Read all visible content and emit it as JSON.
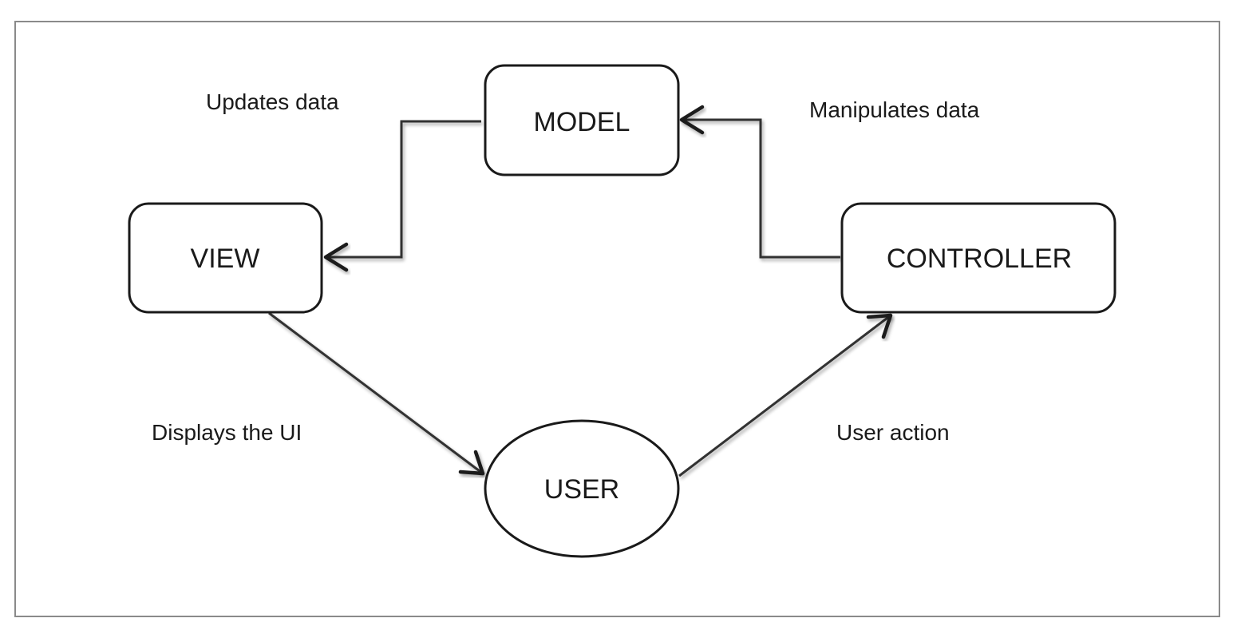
{
  "nodes": {
    "model": {
      "label": "MODEL"
    },
    "view": {
      "label": "VIEW"
    },
    "controller": {
      "label": "CONTROLLER"
    },
    "user": {
      "label": "USER"
    }
  },
  "edges": {
    "model_to_view": {
      "label": "Updates data"
    },
    "controller_to_model": {
      "label": "Manipulates data"
    },
    "view_to_user": {
      "label": "Displays the UI"
    },
    "user_to_controller": {
      "label": "User action"
    }
  },
  "colors": {
    "stroke": "#1a1a1a",
    "background": "#ffffff",
    "frame": "#8a8a8a"
  }
}
